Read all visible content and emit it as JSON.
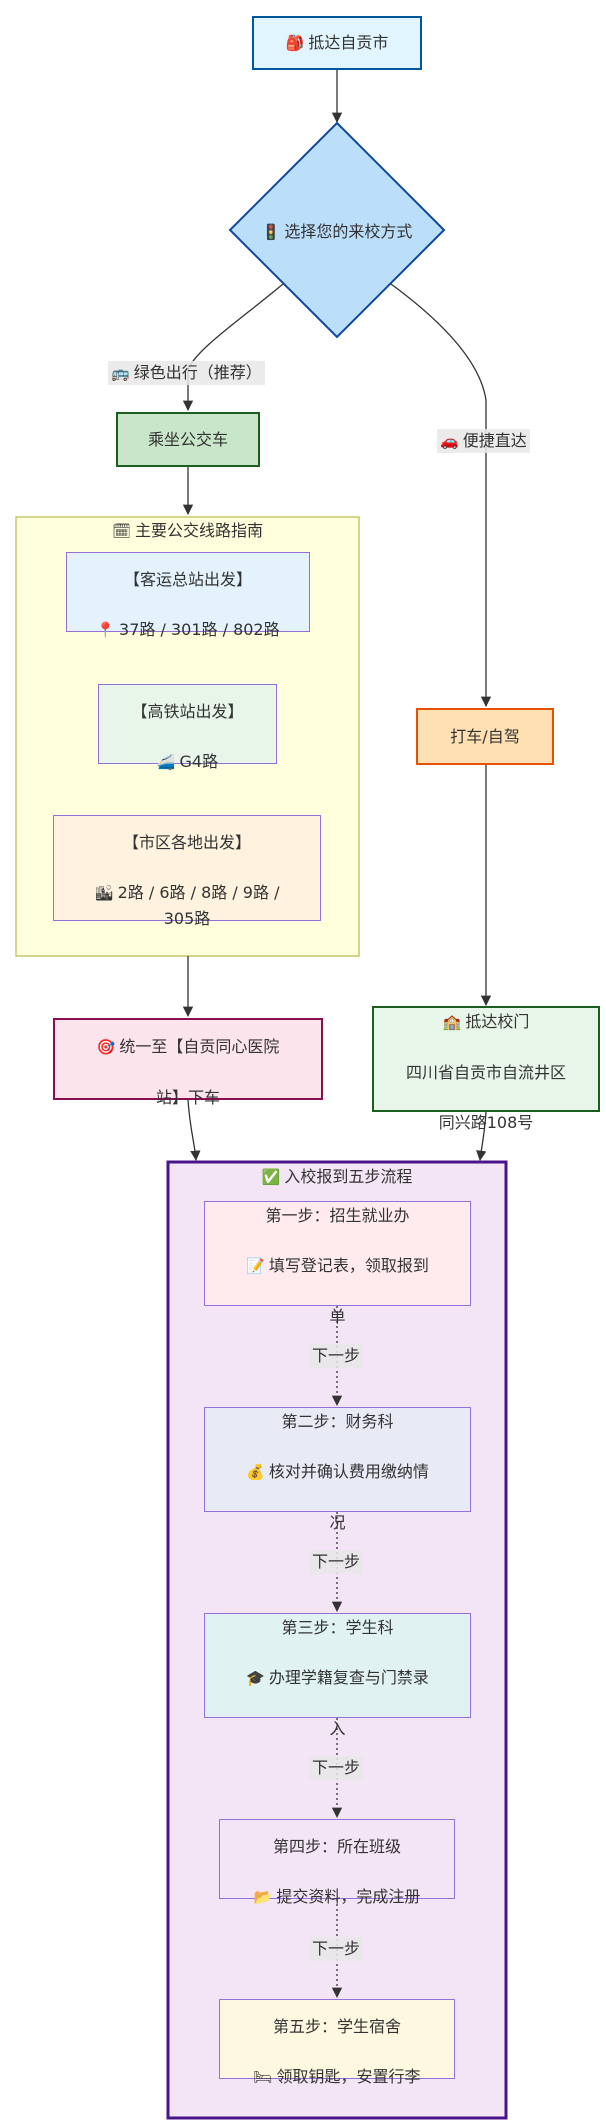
{
  "nodes": {
    "arrive_city": {
      "icon": "🎒",
      "label": "抵达自贡市"
    },
    "choose_mode": {
      "icon": "🚦",
      "label": "选择您的来校方式"
    },
    "take_bus": {
      "label": "乘坐公交车"
    },
    "taxi": {
      "label": "打车/自驾"
    },
    "bus_station": {
      "title": "【客运总站出发】",
      "icon": "📍",
      "routes": "37路 / 301路 / 802路"
    },
    "hsr_station": {
      "title": "【高铁站出发】",
      "icon": "🚄",
      "routes": "G4路"
    },
    "city_areas": {
      "title": "【市区各地出发】",
      "icon": "🏙",
      "routes": "2路 / 6路 / 8路 / 9路 /\n305路"
    },
    "get_off": {
      "icon": "🎯",
      "line1": "统一至【自贡同心医院",
      "line2": "站】下车"
    },
    "arrive_gate": {
      "icon": "🏫",
      "line1": "抵达校门",
      "line2": "四川省自贡市自流井区",
      "line3": "同兴路108号"
    },
    "step1": {
      "title": "第一步：招生就业办",
      "icon": "📝",
      "line1": "填写登记表，领取报到",
      "line2": "单"
    },
    "step2": {
      "title": "第二步：财务科",
      "icon": "💰",
      "line1": "核对并确认费用缴纳情",
      "line2": "况"
    },
    "step3": {
      "title": "第三步：学生科",
      "icon": "🎓",
      "line1": "办理学籍复查与门禁录",
      "line2": "入"
    },
    "step4": {
      "title": "第四步：所在班级",
      "icon": "📂",
      "line1": "提交资料，完成注册"
    },
    "step5": {
      "title": "第五步：学生宿舍",
      "icon": "🛏",
      "line1": "领取钥匙，安置行李"
    }
  },
  "clusters": {
    "bus_guide": {
      "icon": "🗓",
      "title": "主要公交线路指南"
    },
    "report_flow": {
      "icon": "✅",
      "title": "入校报到五步流程"
    }
  },
  "edges": {
    "green": {
      "icon": "🚌",
      "label": "绿色出行（推荐）"
    },
    "direct": {
      "icon": "🚗",
      "label": "便捷直达"
    },
    "next": "下一步"
  },
  "colors": {
    "blue_fill": "#e1f5fe",
    "blue_stroke": "#01579b",
    "diamond_fill": "#bbdefb",
    "diamond_stroke": "#0d47a1",
    "green_fill": "#c8e6c9",
    "green_stroke": "#1b5e20",
    "orange_fill": "#ffe0b2",
    "orange_stroke": "#e65100",
    "pink_fill": "#fce4ec",
    "pink_stroke": "#880e4f",
    "gate_fill": "#e8f5e9",
    "gate_stroke": "#1b5e20",
    "cluster_yellow_fill": "#ffffde",
    "cluster_yellow_stroke": "#c9c56a",
    "cluster_purple_fill": "#f3e5f5",
    "cluster_purple_stroke": "#4a148c",
    "node_lavender_stroke": "#9370db"
  }
}
